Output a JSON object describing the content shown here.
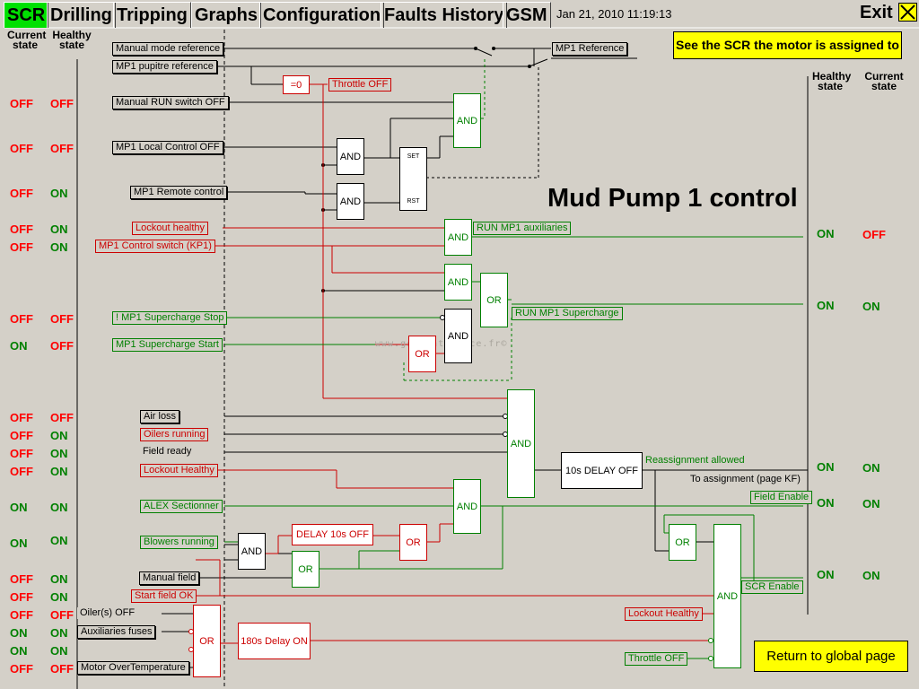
{
  "tabs": [
    {
      "id": "scr",
      "label": "SCR"
    },
    {
      "id": "drilling",
      "label": "Drilling"
    },
    {
      "id": "tripping",
      "label": "Tripping"
    },
    {
      "id": "graphs",
      "label": "Graphs"
    },
    {
      "id": "configuration",
      "label": "Configuration"
    },
    {
      "id": "faults",
      "label": "Faults History"
    },
    {
      "id": "gsm",
      "label": "GSM"
    }
  ],
  "datetime": "Jan 21, 2010 11:19:13",
  "exit_label": "Exit",
  "headers": {
    "current": "Current state",
    "healthy": "Healthy state"
  },
  "title": "Mud Pump 1 control",
  "see_scr_button": "See the SCR the motor is assigned to",
  "return_button": "Return to global page",
  "watermark": "www.gsmaintenance.fr©",
  "left_states": [
    {
      "current": "OFF",
      "healthy": "OFF"
    },
    {
      "current": "OFF",
      "healthy": "OFF"
    },
    {
      "current": "OFF",
      "healthy": "ON"
    },
    {
      "current": "OFF",
      "healthy": "ON"
    },
    {
      "current": "OFF",
      "healthy": "ON"
    },
    {
      "current": "OFF",
      "healthy": "OFF"
    },
    {
      "current": "ON",
      "healthy": "OFF"
    },
    {
      "current": "OFF",
      "healthy": "OFF"
    },
    {
      "current": "OFF",
      "healthy": "ON"
    },
    {
      "current": "OFF",
      "healthy": "ON"
    },
    {
      "current": "OFF",
      "healthy": "ON"
    },
    {
      "current": "ON",
      "healthy": "ON"
    },
    {
      "current": "ON",
      "healthy": "ON"
    },
    {
      "current": "OFF",
      "healthy": "ON"
    },
    {
      "current": "OFF",
      "healthy": "ON"
    },
    {
      "current": "OFF",
      "healthy": "OFF"
    },
    {
      "current": "ON",
      "healthy": "ON"
    },
    {
      "current": "ON",
      "healthy": "ON"
    },
    {
      "current": "OFF",
      "healthy": "OFF"
    }
  ],
  "right_states": [
    {
      "healthy": "ON",
      "current": "OFF"
    },
    {
      "healthy": "ON",
      "current": "ON"
    },
    {
      "healthy": "ON",
      "current": "ON"
    },
    {
      "healthy": "ON",
      "current": "ON"
    },
    {
      "healthy": "ON",
      "current": "ON"
    }
  ],
  "inputs": {
    "manual_mode_ref": "Manual mode reference",
    "mp1_pupitre_ref": "MP1 pupitre reference",
    "manual_run_switch": "Manual RUN switch OFF",
    "mp1_local_control": "MP1 Local Control OFF",
    "mp1_remote_control": "MP1 Remote control",
    "lockout_healthy_1": "Lockout healthy",
    "mp1_control_switch": "MP1 Control switch (KP1)",
    "mp1_supercharge_stop": "! MP1 Supercharge Stop",
    "mp1_supercharge_start": "MP1 Supercharge Start",
    "air_loss": "Air loss",
    "oilers_running": "Oilers running",
    "field_ready": "Field ready",
    "lockout_healthy_2": "Lockout Healthy",
    "alex_sectionner": "ALEX Sectionner",
    "blowers_running": "Blowers running",
    "manual_field": "Manual field",
    "start_field_ok": "Start field OK",
    "oilers_off": "Oiler(s) OFF",
    "auxiliaries_fuses": "Auxiliaries fuses",
    "motor_overtemp": "Motor OverTemperature"
  },
  "outputs": {
    "mp1_reference": "MP1 Reference",
    "throttle_off": "Throttle OFF",
    "run_mp1_aux": "RUN MP1 auxiliaries",
    "run_mp1_supercharge": "RUN MP1 Supercharge",
    "reassignment_allowed": "Reassignment allowed",
    "to_assignment": "To assignment (page KF)",
    "field_enable": "Field Enable",
    "scr_enable": "SCR Enable",
    "lockout_healthy_3": "Lockout Healthy",
    "throttle_off_2": "Throttle OFF"
  },
  "gates": {
    "eq0": "=0",
    "and": "AND",
    "or": "OR",
    "set": "SET",
    "rst": "RST",
    "delay10_off": "10s DELAY OFF",
    "delay10s_off": "DELAY 10s OFF",
    "delay180": "180s Delay ON"
  }
}
